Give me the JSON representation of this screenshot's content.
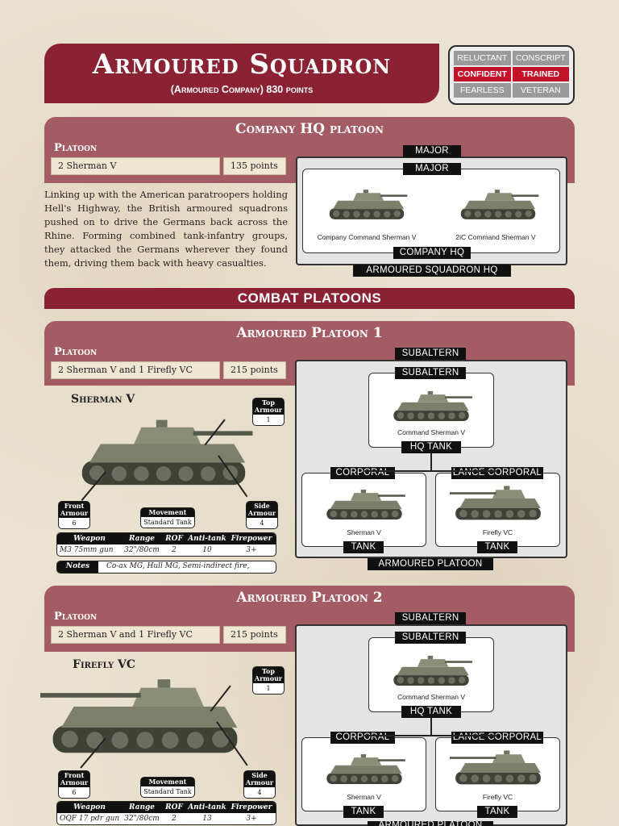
{
  "header": {
    "title": "Armoured Squadron",
    "subtitle": "(Armoured Company) 830 points"
  },
  "skill_table": [
    {
      "label": "RELUCTANT",
      "highlight": false
    },
    {
      "label": "CONSCRIPT",
      "highlight": false
    },
    {
      "label": "CONFIDENT",
      "highlight": true
    },
    {
      "label": "TRAINED",
      "highlight": true
    },
    {
      "label": "FEARLESS",
      "highlight": false
    },
    {
      "label": "VETERAN",
      "highlight": false
    }
  ],
  "hq": {
    "heading": "Company HQ platoon",
    "platoon_label": "Platoon",
    "option": "2 Sherman V",
    "points": "135  points",
    "description": "Linking up with the American paratroopers holding Hell's Highway, the British armoured squadrons pushed on to drive the Germans back across the Rhine. Forming combined tank-infantry groups, they attacked the Germans wherever they found them, driving them back with heavy casualties.",
    "diagram": {
      "outer_top": "MAJOR",
      "inner_top": "MAJOR",
      "tank1": "Company Command Sherman V",
      "tank2": "2iC Command Sherman V",
      "inner_bottom": "COMPANY HQ",
      "outer_bottom": "ARMOURED SQUADRON HQ"
    }
  },
  "combat_banner": "COMBAT PLATOONS",
  "platoons": [
    {
      "heading": "Armoured Platoon 1",
      "platoon_label": "Platoon",
      "option": "2 Sherman V and 1 Firefly VC",
      "points": "215  points",
      "tank_name": "Sherman V",
      "top_armour": {
        "label1": "Top",
        "label2": "Armour",
        "value": "1"
      },
      "front_armour": {
        "label1": "Front",
        "label2": "Armour",
        "value": "6"
      },
      "side_armour": {
        "label1": "Side",
        "label2": "Armour",
        "value": "4"
      },
      "movement": {
        "label": "Movement",
        "value": "Standard Tank"
      },
      "weapon_headers": [
        "Weapon",
        "Range",
        "ROF",
        "Anti-tank",
        "Firepower"
      ],
      "weapon_row": [
        "M3 75mm gun",
        "32\"/80cm",
        "2",
        "10",
        "3+"
      ],
      "notes_label": "Notes",
      "notes": "Co-ax MG, Hull MG, Semi-indirect fire, Smoke.",
      "diagram": {
        "outer_top": "SUBALTERN",
        "cmd_top": "SUBALTERN",
        "cmd_tank": "Command Sherman V",
        "cmd_bottom": "HQ TANK",
        "left_top": "CORPORAL",
        "left_tank": "Sherman V",
        "left_bottom": "TANK",
        "right_top": "LANCE CORPORAL",
        "right_tank": "Firefly VC",
        "right_bottom": "TANK",
        "outer_bottom": "ARMOURED PLATOON"
      }
    },
    {
      "heading": "Armoured Platoon 2",
      "platoon_label": "Platoon",
      "option": "2 Sherman V and 1 Firefly VC",
      "points": "215  points",
      "tank_name": "Firefly VC",
      "top_armour": {
        "label1": "Top",
        "label2": "Armour",
        "value": "1"
      },
      "front_armour": {
        "label1": "Front",
        "label2": "Armour",
        "value": "6"
      },
      "side_armour": {
        "label1": "Side",
        "label2": "Armour",
        "value": "4"
      },
      "movement": {
        "label": "Movement",
        "value": "Standard Tank"
      },
      "weapon_headers": [
        "Weapon",
        "Range",
        "ROF",
        "Anti-tank",
        "Firepower"
      ],
      "weapon_row": [
        "OQF 17 pdr gun",
        "32\"/80cm",
        "2",
        "13",
        "3+"
      ],
      "diagram": {
        "outer_top": "SUBALTERN",
        "cmd_top": "SUBALTERN",
        "cmd_tank": "Command Sherman V",
        "cmd_bottom": "HQ TANK",
        "left_top": "CORPORAL",
        "left_tank": "Sherman V",
        "left_bottom": "TANK",
        "right_top": "LANCE CORPORAL",
        "right_tank": "Firefly VC",
        "right_bottom": "TANK",
        "outer_bottom": "ARMOURED PLATOON"
      }
    }
  ]
}
